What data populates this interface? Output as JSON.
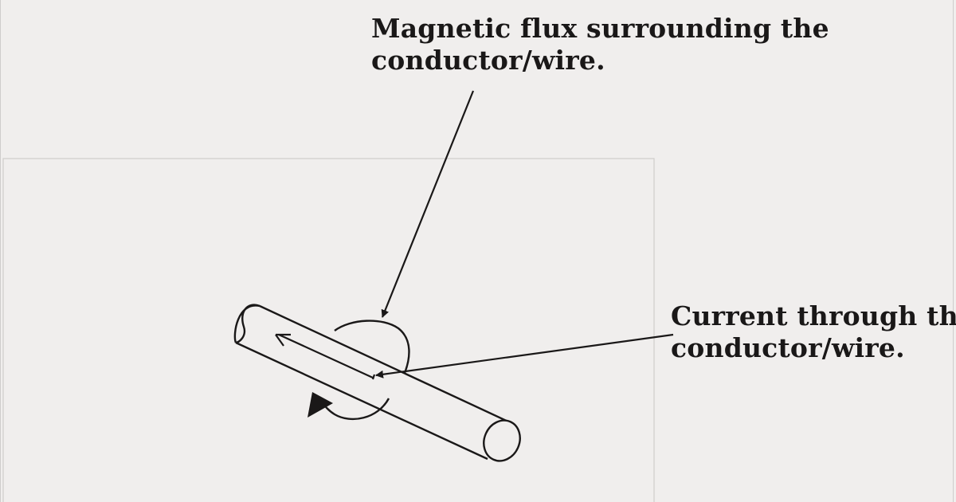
{
  "annotations": {
    "flux": {
      "line1": "Magnetic flux surrounding the",
      "line2": "conductor/wire."
    },
    "current": {
      "line1": "Current through the",
      "line2": "conductor/wire."
    }
  },
  "colors": {
    "background": "#f0eeed",
    "frame": "#cfcccb",
    "ink": "#1a1818"
  }
}
